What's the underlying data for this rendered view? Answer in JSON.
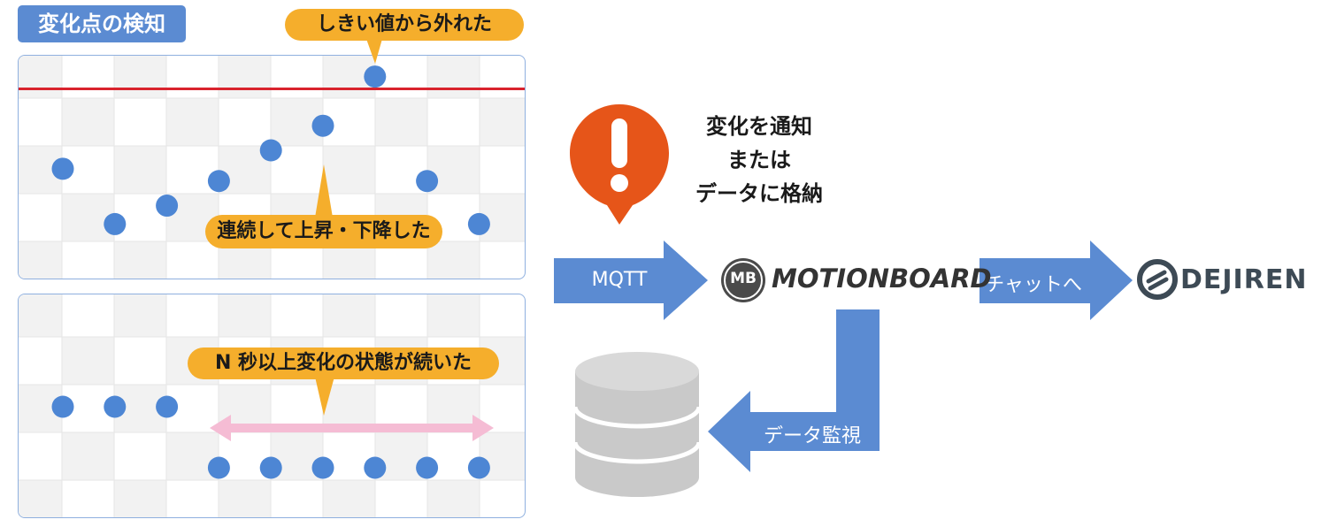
{
  "header": {
    "title": "変化点の検知"
  },
  "panel_top": {
    "threshold_label": "しきい値から外れた",
    "trend_label": "連続して上昇・下降した"
  },
  "panel_bottom": {
    "duration_label": "N 秒以上変化の状態が続いた"
  },
  "flow": {
    "notify_lines": [
      "変化を通知",
      "または",
      "データに格納"
    ],
    "mqtt_label": "MQTT",
    "chat_label": "チャットへ",
    "monitor_label": "データ監視"
  },
  "logos": {
    "motionboard_badge": "MB",
    "motionboard_name": "MOTIONBOARD",
    "dejiren_name": "DEJIREN"
  },
  "colors": {
    "accent_blue": "#5b8bd2",
    "dot_blue": "#4d86d4",
    "bubble_orange": "#f5ae2c",
    "alert_orange": "#e65519",
    "threshold_red": "#d9232d",
    "range_pink": "#f5bcd4",
    "db_gray": "#c9c9c9"
  },
  "chart_data": [
    {
      "type": "scatter",
      "x": [
        1,
        2,
        3,
        4,
        5,
        6,
        7,
        8,
        9
      ],
      "y": [
        -0.3,
        -1.2,
        -0.9,
        -0.5,
        0.0,
        0.4,
        1.2,
        -0.5,
        -1.2
      ],
      "threshold": 1.0
    },
    {
      "type": "scatter",
      "x": [
        1,
        2,
        3,
        4,
        5,
        6,
        7,
        8,
        9
      ],
      "y": [
        1,
        1,
        1,
        0,
        0,
        0,
        0,
        0,
        0
      ]
    }
  ]
}
